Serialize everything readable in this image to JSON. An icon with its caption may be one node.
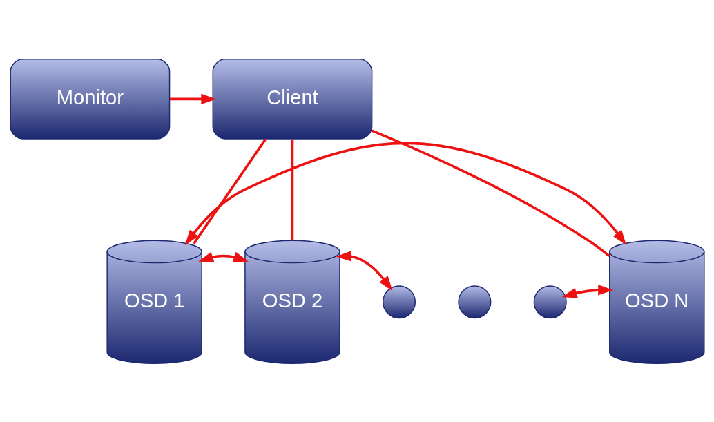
{
  "diagram": {
    "nodes": [
      {
        "text": [
          "Monitor"
        ]
      },
      {
        "text": [
          "Client"
        ]
      },
      {
        "text": [
          "OSD 1"
        ]
      },
      {
        "text": [
          "OSD 2"
        ]
      },
      {
        "text": [],
        "shape": "circle"
      },
      {
        "text": [],
        "shape": "circle"
      },
      {
        "text": [],
        "shape": "circle"
      },
      {
        "text": [
          "OSD N"
        ]
      }
    ],
    "edges": [
      {
        "from": 0,
        "to": 1,
        "arrow": "to"
      },
      {
        "from": 1,
        "to": 2,
        "arrow": "none"
      },
      {
        "from": 1,
        "to": 3,
        "arrow": "none"
      },
      {
        "from": 1,
        "to": 7,
        "arrow": "none"
      },
      {
        "from": 2,
        "to": 3,
        "arrow": "both"
      },
      {
        "from": 3,
        "to": 4,
        "arrow": "both"
      },
      {
        "from": 6,
        "to": 7,
        "arrow": "both"
      },
      {
        "from": 2,
        "to": 7,
        "arrow": "both"
      }
    ]
  }
}
